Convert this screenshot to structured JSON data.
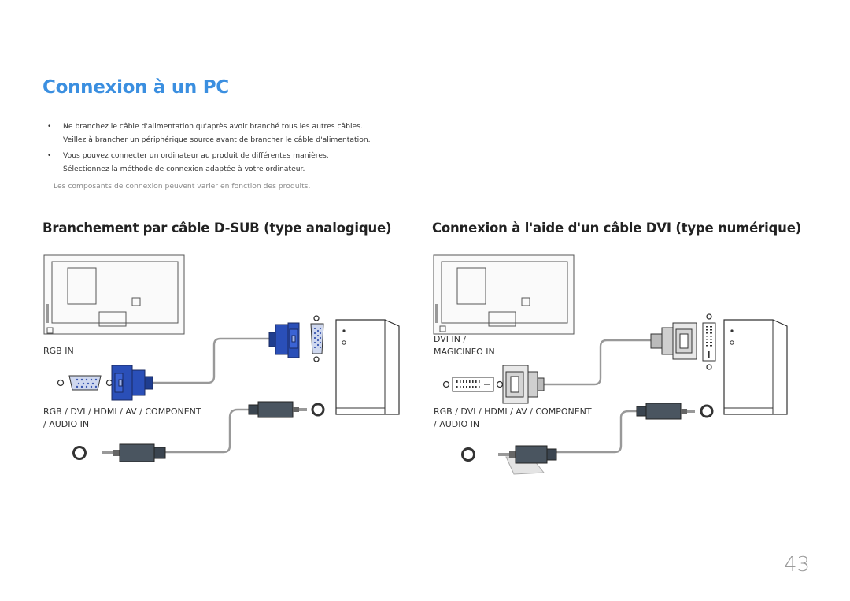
{
  "page": {
    "title": "Connexion à un PC",
    "bullets": [
      {
        "line1": "Ne branchez le câble d'alimentation qu'après avoir branché tous les autres câbles.",
        "line2": "Veillez à brancher un périphérique source avant de brancher le câble d'alimentation."
      },
      {
        "line1": "Vous pouvez connecter un ordinateur au produit de différentes manières.",
        "line2": "Sélectionnez la méthode de connexion adaptée à votre ordinateur."
      }
    ],
    "bullet_symbol": "•",
    "note": "Les composants de connexion peuvent varier en fonction des produits.",
    "page_number": "43"
  },
  "sections": {
    "dsub": {
      "heading": "Branchement par câble D-SUB (type analogique)",
      "port_label": "RGB IN",
      "audio_label_line1": "RGB / DVI / HDMI / AV / COMPONENT",
      "audio_label_line2": "/ AUDIO IN"
    },
    "dvi": {
      "heading": "Connexion à l'aide d'un câble DVI (type numérique)",
      "port_label_line1": "DVI IN /",
      "port_label_line2": "MAGICINFO IN",
      "audio_label_line1": "RGB / DVI / HDMI / AV / COMPONENT",
      "audio_label_line2": "/ AUDIO IN"
    }
  },
  "colors": {
    "title": "#3b8fe0",
    "vga_blue": "#2a4fb8",
    "dvi_white": "#e8e8e8"
  }
}
